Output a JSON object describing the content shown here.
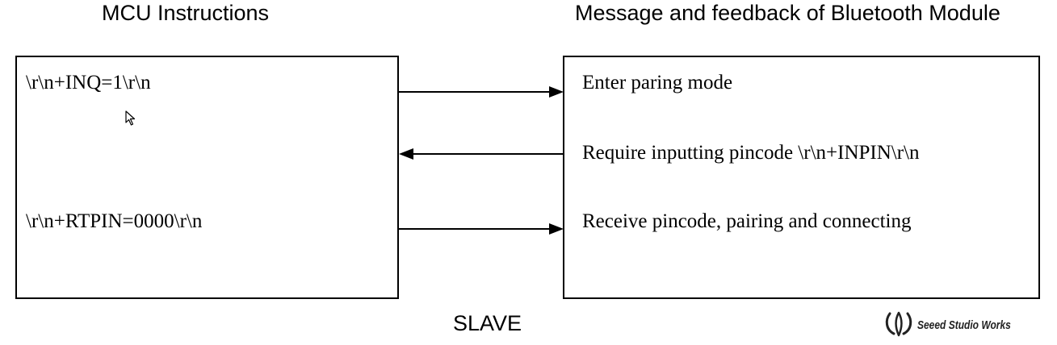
{
  "headings": {
    "left": "MCU Instructions",
    "right": "Message and feedback of Bluetooth Module"
  },
  "mcu_instructions": [
    "\\r\\n+INQ=1\\r\\n",
    "\\r\\n+RTPIN=0000\\r\\n"
  ],
  "module_messages": [
    "Enter paring mode",
    "Require inputting pincode \\r\\n+INPIN\\r\\n",
    "Receive pincode, pairing and connecting"
  ],
  "footer": {
    "label": "SLAVE",
    "brand": "Seeed Studio Works"
  },
  "icons": {
    "cursor": "mouse-pointer-icon",
    "brand_logo": "seeed-logo-icon"
  },
  "colors": {
    "line": "#000000",
    "background": "#ffffff"
  }
}
